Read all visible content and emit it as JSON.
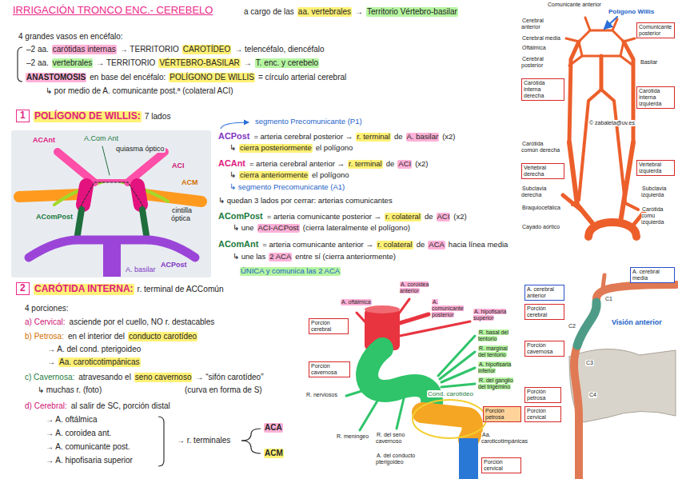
{
  "diagram": {
    "title": "IRRIGACIÓN TRONCO ENC.- CEREBELO",
    "nodes": [
      {
        "text": [
          "1"
        ]
      },
      {
        "text": [
          "Comunicante posterior"
        ]
      },
      {
        "text": [
          "Carótida interna derecha"
        ]
      },
      {
        "text": [
          "Carótida interna izquierda"
        ]
      },
      {
        "text": [
          "Vertebral derecha"
        ]
      },
      {
        "text": [
          "Vertebral izquierda"
        ]
      },
      {
        "text": [
          "2"
        ]
      },
      {
        "text": [
          "Porción cerebral"
        ]
      },
      {
        "text": [
          "Porción cavernosa"
        ]
      },
      {
        "text": [
          "Porción petrosa"
        ]
      },
      {
        "text": [
          "Porción cervical"
        ]
      },
      {
        "text": [
          "A. cerebral anterior"
        ]
      },
      {
        "text": [
          "A. cerebral media"
        ]
      },
      {
        "text": [
          "Porción cerebral"
        ]
      },
      {
        "text": [
          "Porción cavernosa"
        ]
      },
      {
        "text": [
          "Porción petrosa"
        ]
      },
      {
        "text": [
          "Porción cervical"
        ]
      }
    ],
    "labels": [
      "a cargo de las",
      "aa. vertebrales",
      "→",
      "Territorio Vértebro-basilar",
      "4 grandes vasos en encéfalo:",
      "–2 aa.",
      "carótidas internas",
      "→ TERRITORIO",
      "CAROTÍDEO",
      "→ telencéfalo, diencéfalo",
      "–2 aa.",
      "vertebrales",
      "→ TERRITORIO",
      "VÉRTEBRO-BASILAR",
      "→",
      "T. enc. y cerebelo",
      "ANASTOMOSIS",
      "en base del encéfalo:",
      "POLÍGONO DE WILLIS",
      "= círculo arterial cerebral",
      "↳ por medio de A. comunicante post.ª (colateral ACI)",
      "POLÍGONO DE WILLIS:",
      "7 lados",
      "ACAnt",
      "A.Com Ant",
      "quiasma óptico",
      "ACI",
      "ACM",
      "AComPost",
      "cintilla óptica",
      "ACPost",
      "A. basilar",
      "segmento Precomunicante (P1)",
      "ACPost",
      "= arteria cerebral posterior →",
      "r. terminal",
      "de",
      "A. basilar",
      "(x2)",
      "↳",
      "cierra posteriormente",
      "el polígono",
      "ACAnt",
      "= arteria cerebral anterior →",
      "r. terminal",
      "de",
      "ACI",
      "(x2)",
      "↳",
      "cierra anteriormente",
      "el polígono",
      "↳ segmento Precomunicante (A1)",
      "↳ quedan 3 lados por cerrar: arterias comunicantes",
      "AComPost",
      "= arteria comunicante posterior →",
      "r. colateral",
      "de",
      "ACI",
      "(x2)",
      "↳ une",
      "ACI-ACPost",
      "(cierra lateralmente el polígono)",
      "AComAnt",
      "= arteria comunicante anterior →",
      "r. colateral",
      "de",
      "ACA",
      "hacia línea media",
      "↳ une las",
      "2 ACA",
      "entre sí (cierra anteriormente)",
      "ÚNICA y comunica las 2 ACA",
      "CARÓTIDA INTERNA:",
      "r. terminal de ACComún",
      "4 porciones:",
      "a) Cervical:",
      "asciende por el cuello, NO r. destacables",
      "b) Petrosa:",
      "en el interior del",
      "conducto carotídeo",
      "→ A. del cond. pterigoideo",
      "→",
      "Aa. caroticotimpánicas",
      "c) Cavernosa:",
      "atravesando el",
      "seno cavernoso",
      "→ “sifón carotídeo”",
      "↳ muchas r. (foto)",
      "(curva en forma de S)",
      "d) Cerebral:",
      "al salir de SC, porción distal",
      "→ A. oftálmica",
      "→ A. coroidea ant.",
      "→ A. comunicante post.",
      "→ A. hipofisaria superior",
      "→ r. terminales",
      "ACA",
      "ACM",
      "Comunicante anterior",
      "Polígono Willis",
      "Cerebral anterior",
      "Cerebral media",
      "Oftálmica",
      "Cerebral posterior",
      "Basilar",
      "© zabaleta@uv.es",
      "Carótida común derecha",
      "Subclavia derecha",
      "Subclavia izquierda",
      "Braquiocefálica",
      "Carótida comú izquierda",
      "Cayado aórtico",
      "A. oftálmica",
      "A. coroidea anterior",
      "A. comunicante posterior",
      "A. hipofisaria superior",
      "R. basal del tentorio",
      "R. marginal del tentorio",
      "A. hipofisaria inferior",
      "R. del ganglio del trigémino",
      "R. nerviosos",
      "Cond. carotídeo",
      "R. meníngeo",
      "R. del seno cavernoso",
      "Aa. caroticotimpánicas",
      "A. del conducto pterigoideo",
      "Visión anterior",
      "C1",
      "C2",
      "C3",
      "C4"
    ]
  }
}
